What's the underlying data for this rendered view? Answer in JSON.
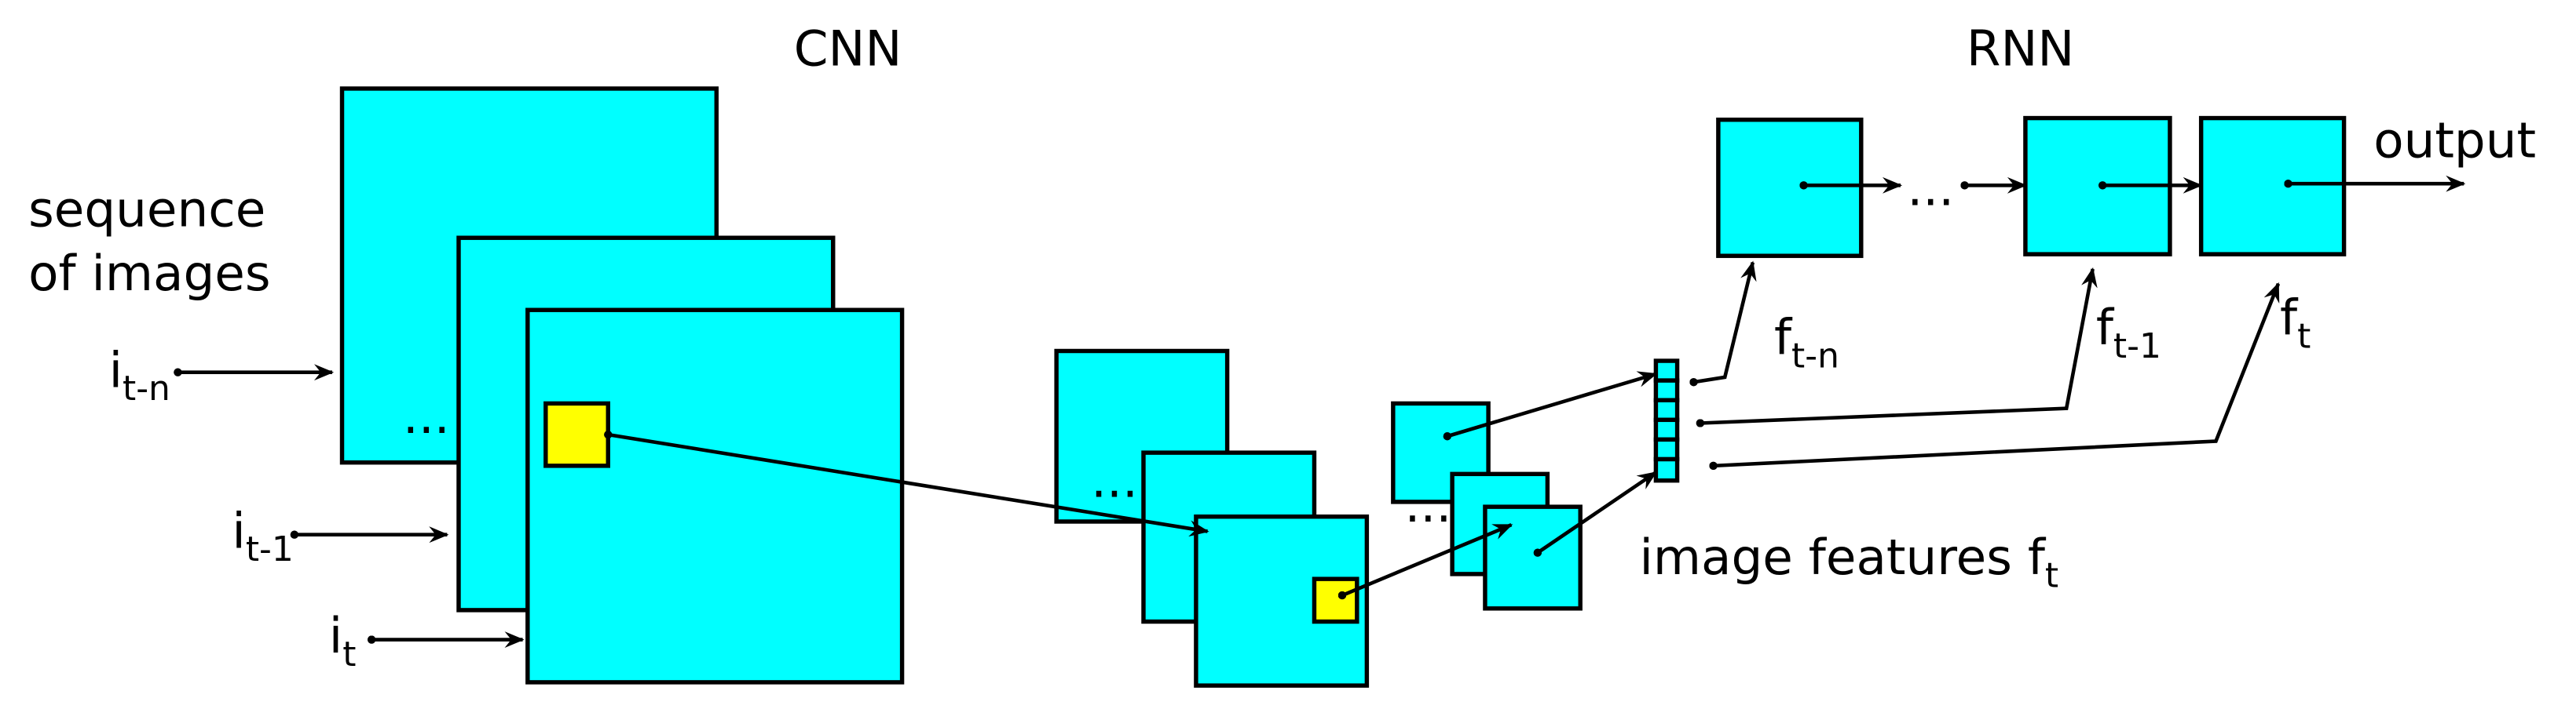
{
  "titles": {
    "cnn": "CNN",
    "rnn": "RNN"
  },
  "labels": {
    "sequence_line1": "sequence",
    "sequence_line2": "of images",
    "inputs": [
      {
        "base": "i",
        "sub": "t-n"
      },
      {
        "base": "i",
        "sub": "t-1"
      },
      {
        "base": "i",
        "sub": "t"
      }
    ],
    "features": [
      {
        "base": "f",
        "sub": "t-n"
      },
      {
        "base": "f",
        "sub": "t-1"
      },
      {
        "base": "f",
        "sub": "t"
      }
    ],
    "image_features": {
      "text": "image features f",
      "sub": "t"
    },
    "output": "output",
    "ellipsis": "..."
  },
  "colors": {
    "layer_fill": "#00ffff",
    "highlight_fill": "#ffff00",
    "stroke": "#000000"
  }
}
